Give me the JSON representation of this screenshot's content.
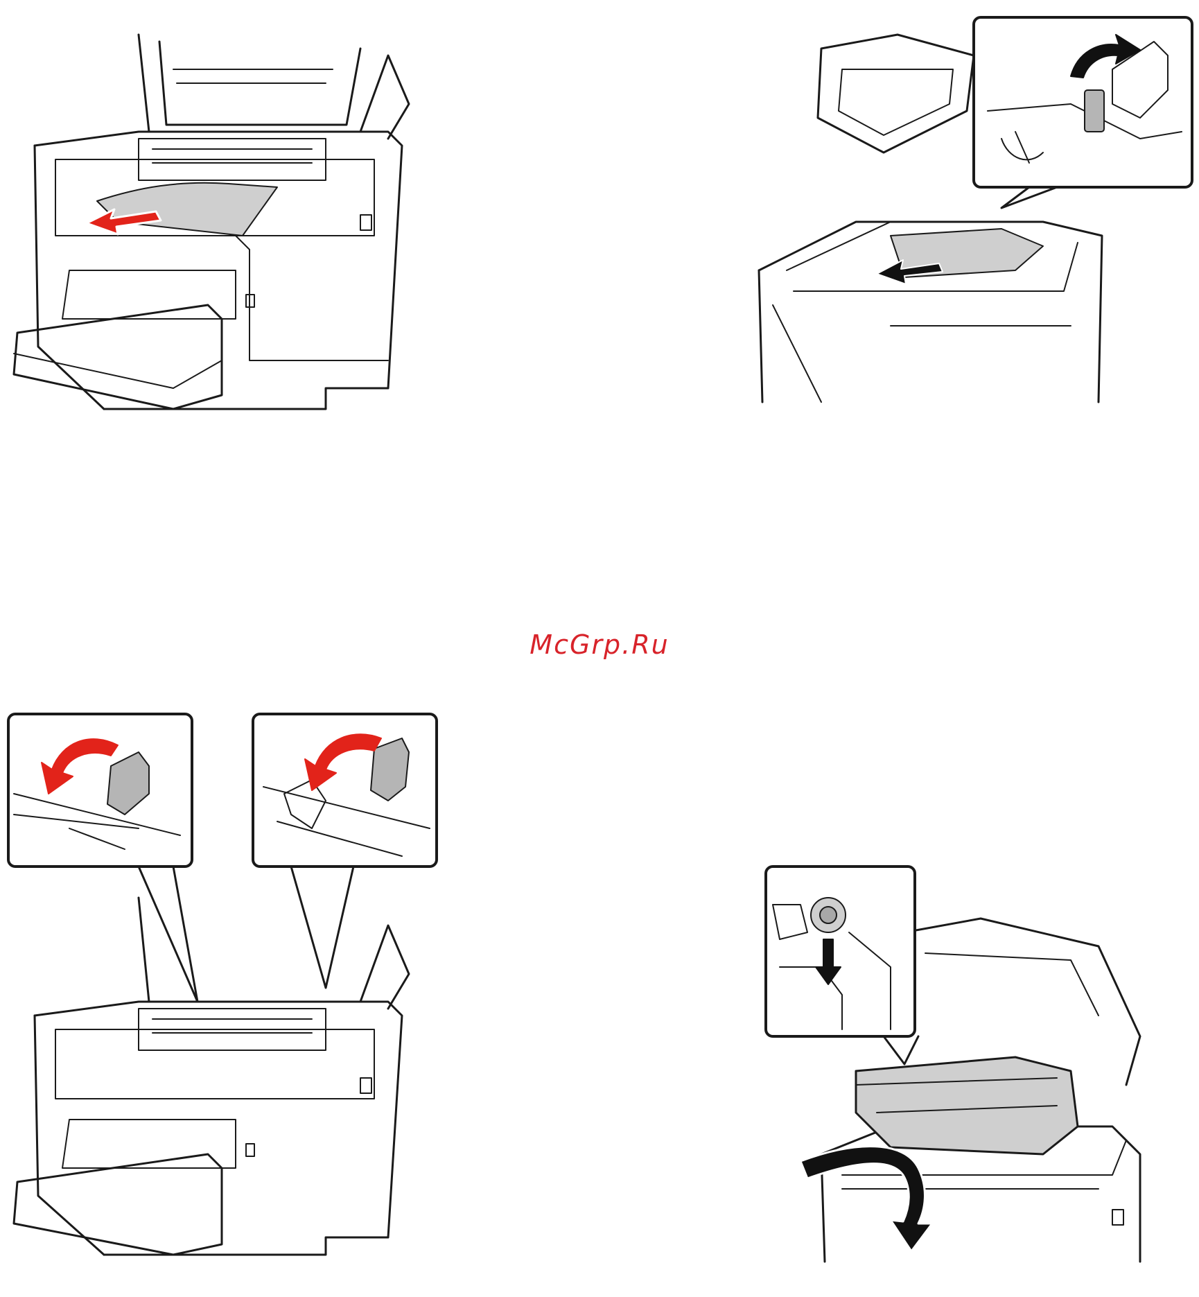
{
  "page": {
    "watermark": "McGrp.Ru"
  },
  "figures": [
    {
      "id": "fig-1",
      "depicts": "printer-remove-jammed-paper-front"
    },
    {
      "id": "fig-2",
      "depicts": "printer-fuser-lever-raise-remove-paper"
    },
    {
      "id": "fig-3",
      "depicts": "printer-fuser-levers-lower"
    },
    {
      "id": "fig-4",
      "depicts": "printer-reinstall-imaging-unit"
    }
  ],
  "colors": {
    "arrow_red": "#e2231a",
    "arrow_black": "#111111",
    "paper_gray": "#cfcfcf",
    "line": "#1a1a1a",
    "watermark": "#d8232a"
  }
}
